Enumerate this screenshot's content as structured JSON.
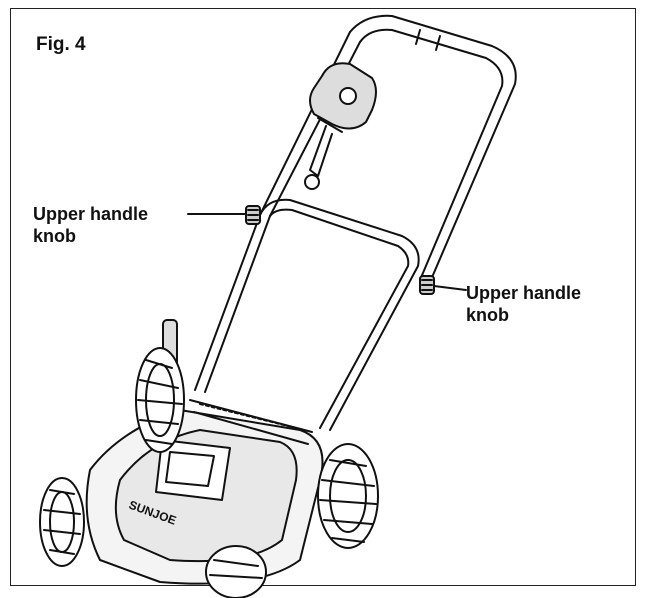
{
  "figure": {
    "label": "Fig. 4"
  },
  "callouts": [
    {
      "line1": "Upper handle",
      "line2": "knob"
    },
    {
      "line1": "Upper handle",
      "line2": "knob"
    }
  ],
  "mower": {
    "brand_text": "SUNJOE"
  }
}
